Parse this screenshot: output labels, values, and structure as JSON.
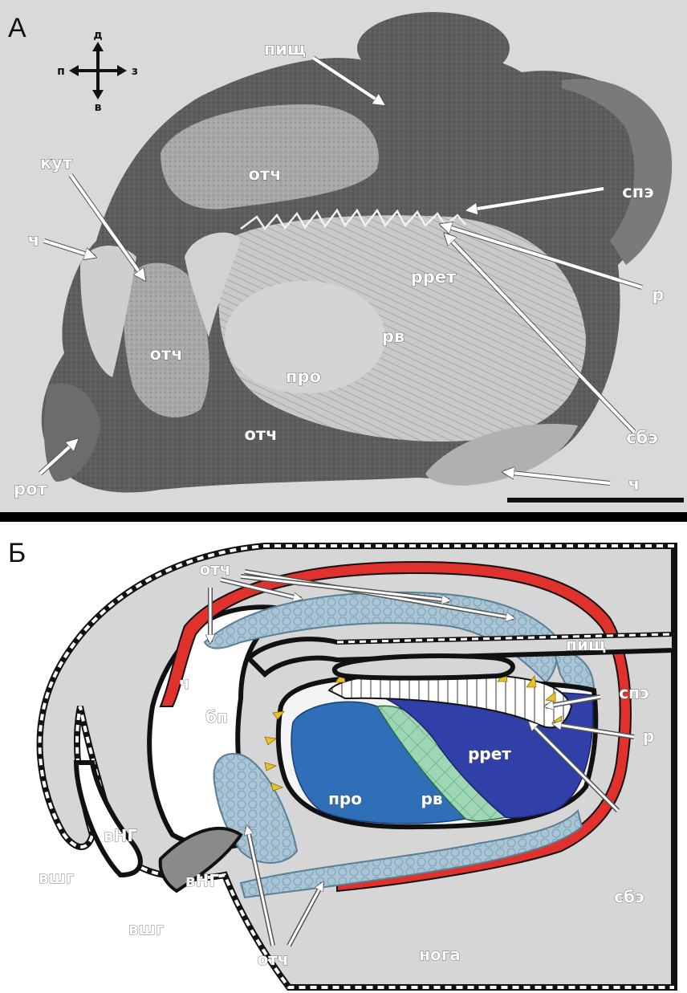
{
  "panels": {
    "a": {
      "letter": "А",
      "compass": {
        "up": "д",
        "down": "в",
        "left": "п",
        "right": "з"
      },
      "labels": {
        "pish": "пищ",
        "kut": "кут",
        "ch_top": "ч",
        "otch_top": "отч",
        "otch_left": "отч",
        "otch_bottom": "отч",
        "spe": "спэ",
        "r": "р",
        "rret": "ррет",
        "rv": "рв",
        "pro": "про",
        "sbe": "сбэ",
        "ch_bottom": "ч",
        "rot": "рот"
      }
    },
    "b": {
      "letter": "Б",
      "labels": {
        "otch_top": "отч",
        "pish": "пищ",
        "ch": "ч",
        "bp": "бп",
        "spe": "спэ",
        "r": "р",
        "rret": "ррет",
        "pro": "про",
        "rv": "рв",
        "vng_left": "вшг",
        "vng_top": "вНГ",
        "vng_mid": "вНГ",
        "vshg_bottom": "вшг",
        "sbe": "сбэ",
        "otch_bottom": "отч",
        "noga": "нога"
      }
    }
  },
  "colors": {
    "tissue_dark": "#5a5a5a",
    "tissue_mid": "#8a8a8a",
    "tissue_light": "#c4c4c4",
    "background_gray": "#d6d6d6",
    "cartilage_red": "#e0312c",
    "otch_blue": "#a9c4d4",
    "pro_blue": "#2f6fb8",
    "rret_blue": "#3040a8",
    "rv_green": "#9fd6b5",
    "tooth_yellow": "#e7c02a"
  }
}
